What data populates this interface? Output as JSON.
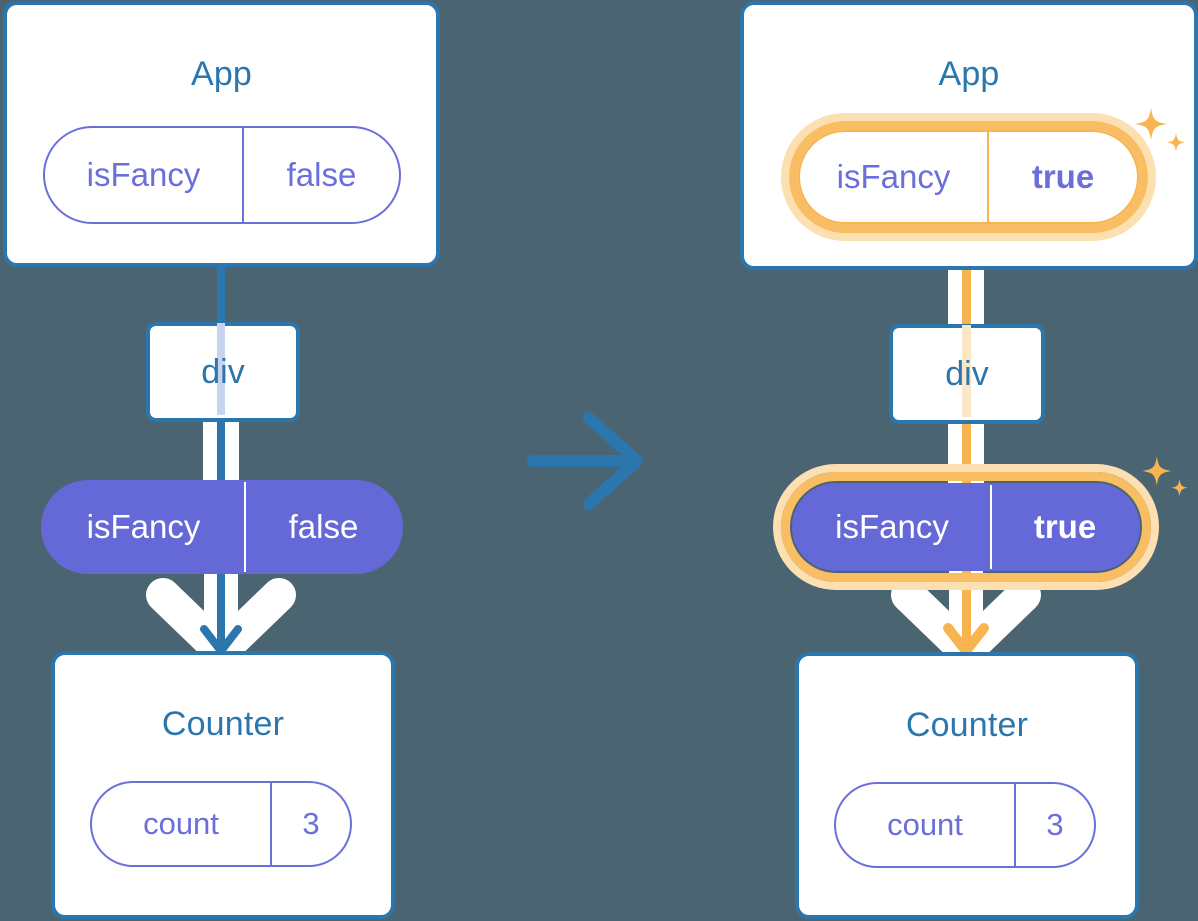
{
  "meta": {
    "background_color": "#4b6472",
    "blue": "#2b77ad",
    "purple": "#6569d8",
    "orange": "#f8b44f",
    "orange_light": "#fce0b2",
    "white": "#ffffff",
    "pale_blue": "#c7d3ef",
    "pale_orange": "#fbe7c6"
  },
  "transition_arrow": {
    "icon": "arrow-right-icon",
    "color": "#2b77ad"
  },
  "before": {
    "app": {
      "title": "App",
      "state_pill": {
        "key": "isFancy",
        "value": "false",
        "style": "outline",
        "highlighted": false,
        "bold_value": false
      }
    },
    "div": {
      "label": "div"
    },
    "props_pill": {
      "key": "isFancy",
      "value": "false",
      "style": "filled",
      "highlighted": false,
      "bold_value": false
    },
    "counter": {
      "title": "Counter",
      "state_pill": {
        "key": "count",
        "value": "3",
        "style": "outline",
        "highlighted": false,
        "bold_value": false
      }
    }
  },
  "after": {
    "app": {
      "title": "App",
      "state_pill": {
        "key": "isFancy",
        "value": "true",
        "style": "outline",
        "highlighted": true,
        "bold_value": true
      },
      "sparkle_icon": "sparkles-icon"
    },
    "div": {
      "label": "div"
    },
    "props_pill": {
      "key": "isFancy",
      "value": "true",
      "style": "filled",
      "highlighted": true,
      "bold_value": true,
      "sparkle_icon": "sparkles-icon"
    },
    "counter": {
      "title": "Counter",
      "state_pill": {
        "key": "count",
        "value": "3",
        "style": "outline",
        "highlighted": false,
        "bold_value": false
      }
    }
  }
}
